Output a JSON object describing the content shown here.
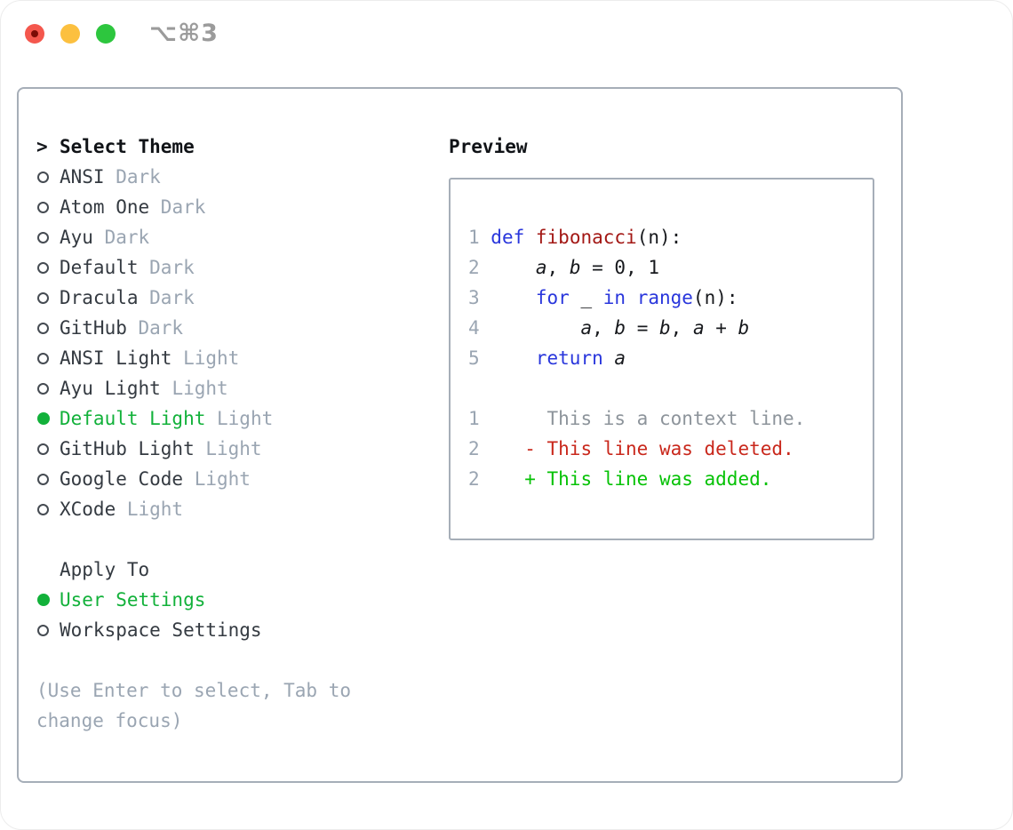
{
  "window": {
    "title_shortcut": "⌥⌘3",
    "traffic_lights": [
      {
        "name": "close",
        "color": "#f4574d",
        "inner_dot": "#7b0c06"
      },
      {
        "name": "minimize",
        "color": "#fcc03f",
        "inner_dot": null
      },
      {
        "name": "zoom",
        "color": "#2dc63e",
        "inner_dot": null
      }
    ]
  },
  "theme_picker": {
    "header": {
      "marker": ">",
      "label": "Select Theme"
    },
    "items": [
      {
        "name": "ANSI",
        "variant": "Dark",
        "selected": false
      },
      {
        "name": "Atom One",
        "variant": "Dark",
        "selected": false
      },
      {
        "name": "Ayu",
        "variant": "Dark",
        "selected": false
      },
      {
        "name": "Default",
        "variant": "Dark",
        "selected": false
      },
      {
        "name": "Dracula",
        "variant": "Dark",
        "selected": false
      },
      {
        "name": "GitHub",
        "variant": "Dark",
        "selected": false
      },
      {
        "name": "ANSI Light",
        "variant": "Light",
        "selected": false
      },
      {
        "name": "Ayu Light",
        "variant": "Light",
        "selected": false
      },
      {
        "name": "Default Light",
        "variant": "Light",
        "selected": true
      },
      {
        "name": "GitHub Light",
        "variant": "Light",
        "selected": false
      },
      {
        "name": "Google Code",
        "variant": "Light",
        "selected": false
      },
      {
        "name": "XCode",
        "variant": "Light",
        "selected": false
      }
    ],
    "apply_to": {
      "label": "Apply To",
      "options": [
        {
          "label": "User Settings",
          "selected": true
        },
        {
          "label": "Workspace Settings",
          "selected": false
        }
      ]
    },
    "hint": "(Use Enter to select, Tab to change focus)"
  },
  "preview": {
    "label": "Preview",
    "lines": [
      [
        {
          "t": "1 ",
          "s": "ln"
        },
        {
          "t": "def",
          "s": "kw"
        },
        {
          "t": " ",
          "s": "pl"
        },
        {
          "t": "fibonacci",
          "s": "fn"
        },
        {
          "t": "(n):",
          "s": "pl"
        }
      ],
      [
        {
          "t": "2 ",
          "s": "ln"
        },
        {
          "t": "    ",
          "s": "pl"
        },
        {
          "t": "a",
          "s": "it"
        },
        {
          "t": ", ",
          "s": "pl"
        },
        {
          "t": "b",
          "s": "it"
        },
        {
          "t": " = 0, 1",
          "s": "pl"
        }
      ],
      [
        {
          "t": "3 ",
          "s": "ln"
        },
        {
          "t": "    ",
          "s": "pl"
        },
        {
          "t": "for",
          "s": "kw"
        },
        {
          "t": " _ ",
          "s": "pl"
        },
        {
          "t": "in",
          "s": "kw"
        },
        {
          "t": " ",
          "s": "pl"
        },
        {
          "t": "range",
          "s": "kw"
        },
        {
          "t": "(n):",
          "s": "pl"
        }
      ],
      [
        {
          "t": "4 ",
          "s": "ln"
        },
        {
          "t": "        ",
          "s": "pl"
        },
        {
          "t": "a",
          "s": "it"
        },
        {
          "t": ", ",
          "s": "pl"
        },
        {
          "t": "b",
          "s": "it"
        },
        {
          "t": " = ",
          "s": "pl"
        },
        {
          "t": "b",
          "s": "it"
        },
        {
          "t": ", ",
          "s": "pl"
        },
        {
          "t": "a",
          "s": "it"
        },
        {
          "t": " + ",
          "s": "pl"
        },
        {
          "t": "b",
          "s": "it"
        }
      ],
      [
        {
          "t": "5 ",
          "s": "ln"
        },
        {
          "t": "    ",
          "s": "pl"
        },
        {
          "t": "return",
          "s": "kw"
        },
        {
          "t": " ",
          "s": "pl"
        },
        {
          "t": "a",
          "s": "it"
        }
      ],
      [],
      [
        {
          "t": "1",
          "s": "ln"
        },
        {
          "t": "      ",
          "s": "pl"
        },
        {
          "t": "This is a context line.",
          "s": "ctx"
        }
      ],
      [
        {
          "t": "2",
          "s": "ln"
        },
        {
          "t": "    ",
          "s": "pl"
        },
        {
          "t": "- This line was deleted.",
          "s": "del"
        }
      ],
      [
        {
          "t": "2",
          "s": "ln"
        },
        {
          "t": "    ",
          "s": "pl"
        },
        {
          "t": "+ This line was added.",
          "s": "add"
        }
      ]
    ]
  },
  "colors": {
    "panel_border": "#a6aeb8",
    "selection_green": "#12b13a",
    "diff_added_green": "#06c206",
    "diff_deleted_red": "#c9281c",
    "keyword_blue": "#2936dc",
    "function_red": "#a31815",
    "muted_gray": "#9aa5b2",
    "text_dark": "#17191d"
  }
}
